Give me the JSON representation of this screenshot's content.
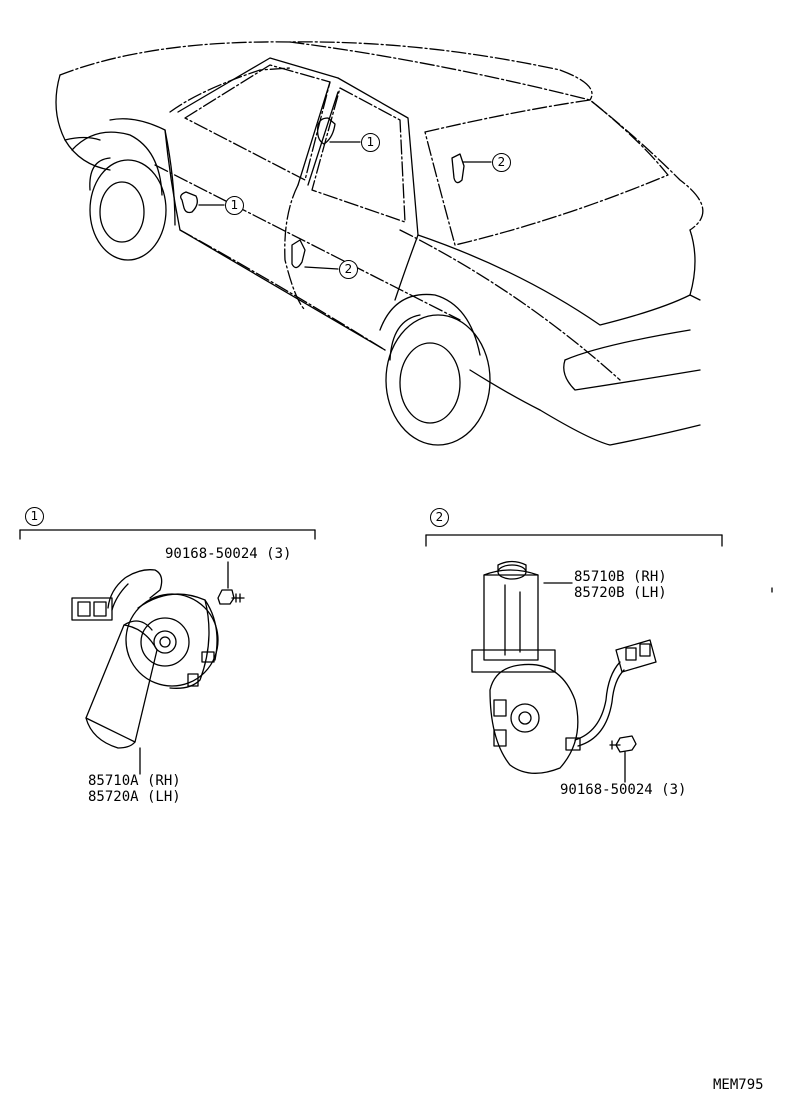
{
  "callouts": {
    "one": "1",
    "two": "2"
  },
  "group1": {
    "key": "1",
    "screw_part": "90168-50024 (3)",
    "motor_part_rh": "85710A (RH)",
    "motor_part_lh": "85720A (LH)"
  },
  "group2": {
    "key": "2",
    "screw_part": "90168-50024 (3)",
    "motor_part_rh": "85710B (RH)",
    "motor_part_lh": "85720B (LH)"
  },
  "diagram_code": "MEM795"
}
